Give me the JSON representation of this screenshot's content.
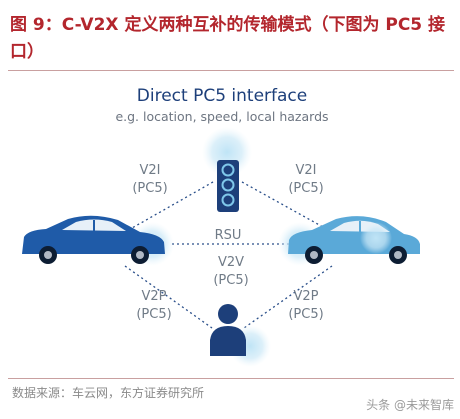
{
  "caption": "图 9：C-V2X 定义两种互补的传输模式（下图为 PC5 接口）",
  "diagram": {
    "title": "Direct PC5 interface",
    "subtitle": "e.g. location, speed, local hazards",
    "links": {
      "v2i_left": [
        "V2I",
        "(PC5)"
      ],
      "v2i_right": [
        "V2I",
        "(PC5)"
      ],
      "v2v": [
        "V2V",
        "(PC5)"
      ],
      "v2p_left": [
        "V2P",
        "(PC5)"
      ],
      "v2p_right": [
        "V2P",
        "(PC5)"
      ]
    },
    "rsu_label": "RSU"
  },
  "source": "数据来源：车云网，东方证券研究所",
  "watermark": "头条 @未来智库",
  "colors": {
    "caption": "#b3262d",
    "navy": "#1d3f7a",
    "car_left": "#1f5ba8",
    "car_right": "#5aa9d8",
    "glow": "#9bd3ef"
  }
}
